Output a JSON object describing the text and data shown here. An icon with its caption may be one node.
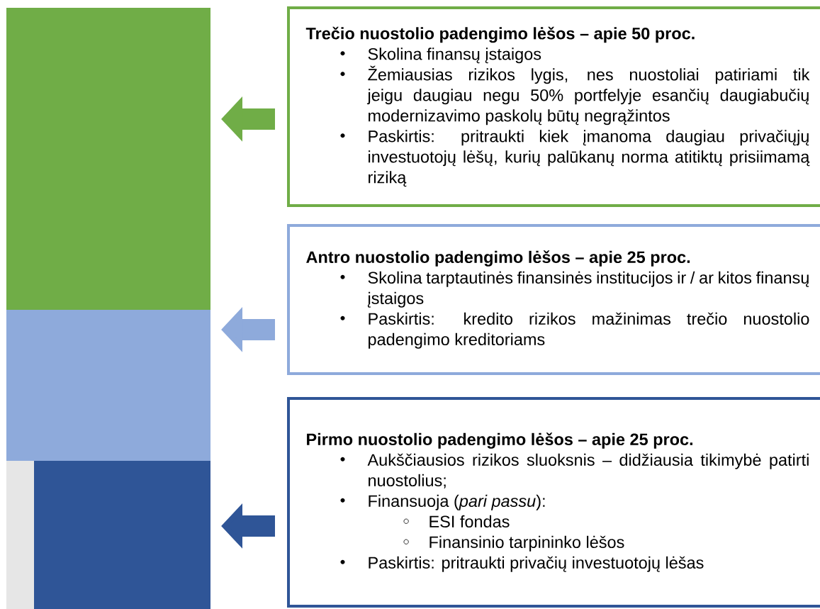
{
  "diagram": {
    "nodes": [
      {
        "text": [],
        "shape": "bar"
      },
      {
        "text": [],
        "shape": "bar"
      },
      {
        "text": [],
        "shape": "bar"
      },
      {
        "text": [
          "Trečio nuostolio padengimo lėšos – apie 50 proc.",
          "Skolina finansų įstaigos",
          "Žemiausias rizikos lygis, nes nuostoliai patiriami tik jeigu daugiau negu 50% portfelyje esančių daugiabučių modernizavimo paskolų būtų negrąžintos",
          "Paskirtis: pritraukti kiek įmanoma daugiau privačiųjų investuotojų lėšų, kurių palūkanų norma atitiktų prisiimamą riziką"
        ]
      },
      {
        "text": [
          "Antro nuostolio padengimo lėšos – apie 25 proc.",
          "Skolina tarptautinės finansinės institucijos ir / ar kitos finansų įstaigos",
          "Paskirtis: kredito rizikos mažinimas trečio nuostolio padengimo kreditoriams"
        ]
      },
      {
        "text": [
          "Pirmo nuostolio padengimo lėšos – apie 25 proc.",
          "Aukščiausios rizikos sluoksnis – didžiausia tikimybė patirti nuostolius;",
          "Finansuoja (*pari passu*):",
          "ESI fondas",
          "Finansinio tarpininko lėšos",
          "Paskirtis: pritraukti privačių investuotojų lėšas"
        ]
      }
    ],
    "edges": [
      {
        "from": 3,
        "to": 0,
        "arrow": "to",
        "color": "#70ad47"
      },
      {
        "from": 4,
        "to": 1,
        "arrow": "to",
        "color": "#8eaadb"
      },
      {
        "from": 5,
        "to": 2,
        "arrow": "to",
        "color": "#2f5597"
      }
    ]
  }
}
